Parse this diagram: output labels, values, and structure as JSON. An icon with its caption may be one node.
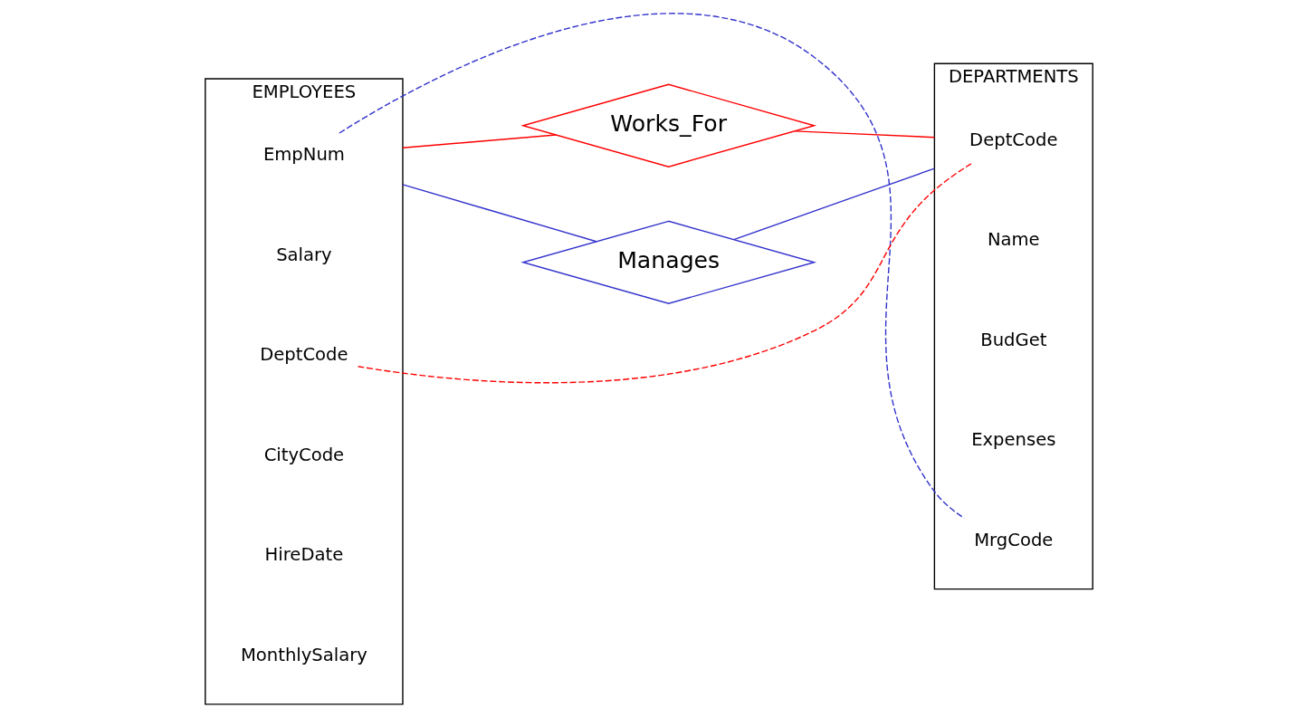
{
  "diagram": {
    "nodes": [
      {
        "text": [
          "EMPLOYEES"
        ]
      },
      {
        "text": [
          "EmpNum"
        ],
        "in": 0
      },
      {
        "text": [
          "Salary"
        ],
        "in": 0
      },
      {
        "text": [
          "DeptCode"
        ],
        "in": 0
      },
      {
        "text": [
          "CityCode"
        ],
        "in": 0
      },
      {
        "text": [
          "HireDate"
        ],
        "in": 0
      },
      {
        "text": [
          "MonthlySalary"
        ],
        "in": 0
      },
      {
        "text": [
          "DEPARTMENTS"
        ]
      },
      {
        "text": [
          "DeptCode"
        ],
        "in": 7
      },
      {
        "text": [
          "Name"
        ],
        "in": 7
      },
      {
        "text": [
          "BudGet"
        ],
        "in": 7
      },
      {
        "text": [
          "Expenses"
        ],
        "in": 7
      },
      {
        "text": [
          "MrgCode"
        ],
        "in": 7
      },
      {
        "text": [
          "Works_For"
        ]
      },
      {
        "text": [
          "Manages"
        ]
      }
    ],
    "edges": [
      {
        "from": 0,
        "to": 13,
        "arrow": "none",
        "color": "#ff0000"
      },
      {
        "from": 13,
        "to": 7,
        "arrow": "none",
        "color": "#ff0000"
      },
      {
        "from": 0,
        "to": 14,
        "arrow": "none",
        "color": "#3333cc"
      },
      {
        "from": 14,
        "to": 7,
        "arrow": "none",
        "color": "#3333cc"
      },
      {
        "from": 1,
        "to": 12,
        "arrow": "none",
        "style": "dashed",
        "color": "#3333cc"
      },
      {
        "from": 3,
        "to": 8,
        "arrow": "none",
        "style": "dashed",
        "color": "#ff0000"
      }
    ]
  }
}
